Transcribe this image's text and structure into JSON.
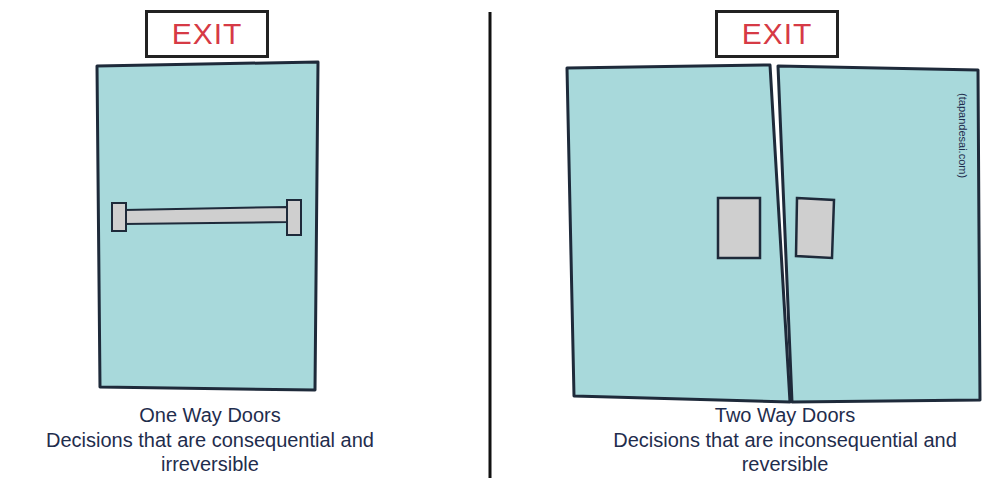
{
  "diagram": {
    "nodes": [
      {
        "text": [
          "EXIT"
        ]
      },
      {
        "text": [
          "EXIT"
        ]
      }
    ],
    "labels": [
      "One Way Doors",
      "Decisions that are consequential and irreversible",
      "Two Way Doors",
      "Decisions that are inconsequential and reversible",
      "(tapandesai.com)"
    ]
  }
}
